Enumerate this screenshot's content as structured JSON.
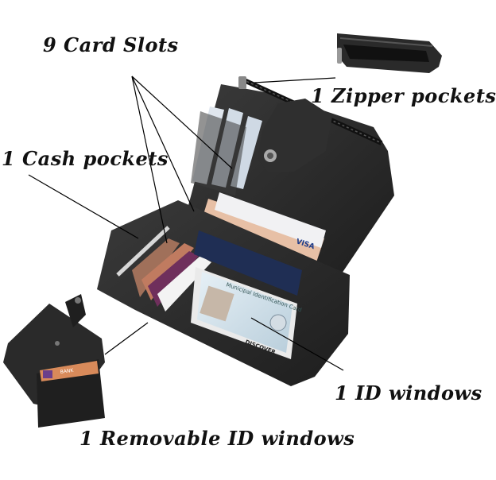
{
  "labels": {
    "card_slots": "9 Card Slots",
    "zipper_pockets": "1 Zipper pockets",
    "cash_pockets": "1 Cash pockets",
    "id_windows": "1 ID windows",
    "removable_id_windows": "1 Removable ID windows"
  },
  "card_texts": {
    "visa": "VISA",
    "discover": "DISCOVER",
    "id_header": "Municipal Identification Card",
    "bank": "BANK"
  },
  "colors": {
    "wallet_leather": "#2b2b2b",
    "wallet_dark": "#1a1a1a",
    "label_text": "#111111",
    "leader_line": "#000000"
  }
}
